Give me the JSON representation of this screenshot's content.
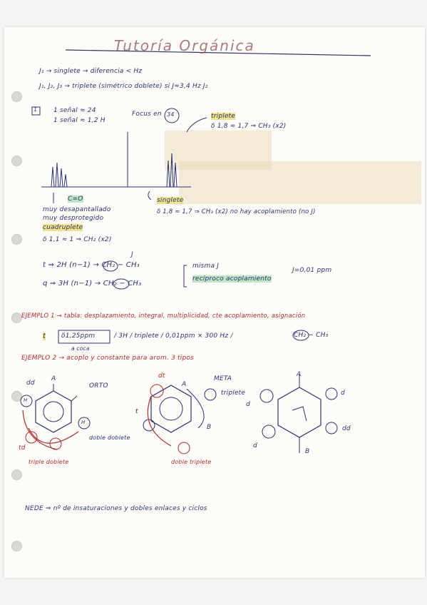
{
  "title": "Tutoría Orgánica",
  "intro": {
    "line1": "J₁ → singlete → diferencia < Hz",
    "line2": "J₁, J₂, J₃ → triplete (simétrico doblete) si J≈3,4 Hz J₂"
  },
  "problem1": {
    "number": "1",
    "integrals": [
      "1 señal ≈ 24",
      "1 señal ≈ 1,2 H"
    ],
    "focus_label": "Focus en",
    "focus_circle": "34",
    "triplet_note_1": "triplete",
    "triplet_note_2": "δ 1,8 ≈ 1,7 ⇒ CH₃ (x2)",
    "co_label": "C=O",
    "desc_1": "muy desapantallado",
    "desc_2": "muy desprotegido",
    "desc_3": "cuadruplete",
    "singlet_label": "singlete",
    "singlet_note": "δ 1,8 ≈ 1,7 ⇒ CH₃ (x2) no hay acoplamiento (no J)",
    "eq_s": "δ 1,1 ≈ 1 ⇒ CH₂ (x2)",
    "t_line": "t ⇒ 2H (n−1) → CH₂ − CH₃",
    "q_line": "q ⇒ 3H (n−1) → CH₂ − CH₃",
    "j_mark": "J",
    "brace_1": "misma J",
    "brace_2": "recíproco acoplamiento",
    "j_value": "J=0,01 ppm"
  },
  "ejemplo1": {
    "line": "EJEMPLO 1 → tabla: desplazamiento, integral, multiplicidad, cte acoplamiento, asignación",
    "t_row_prefix": "t",
    "t_row_box": "δ1,25ppm",
    "t_row_rest": "/ 3H / triplete / 0,01ppm × 300 Hz /",
    "t_row_group": "CH₂ − CH₃",
    "t_row_note": "a coca"
  },
  "ejemplo2": {
    "line": "EJEMPLO 2 → acoplo y constante para arom. 3 tipos"
  },
  "rings": {
    "orto_label": "ORTO",
    "meta_label": "META",
    "para_triplet": "triplete",
    "label_A": "A",
    "label_B": "B",
    "label_dd": "dd",
    "label_d": "d",
    "label_td": "td",
    "label_t": "t",
    "label_dt": "dt",
    "H": "H",
    "doble_doblete": "doble doblete",
    "triple_doblete": "triple doblete",
    "doble_triplete": "doble triplete"
  },
  "nede": "NEDE ⇒ nº de insaturaciones y dobles enlaces y ciclos",
  "colors": {
    "ink": "#2a3270",
    "red": "#b32a2a",
    "highlight_yellow": "#efe38a",
    "highlight_green": "#bfe6c4",
    "paper": "#fdfcf9"
  }
}
